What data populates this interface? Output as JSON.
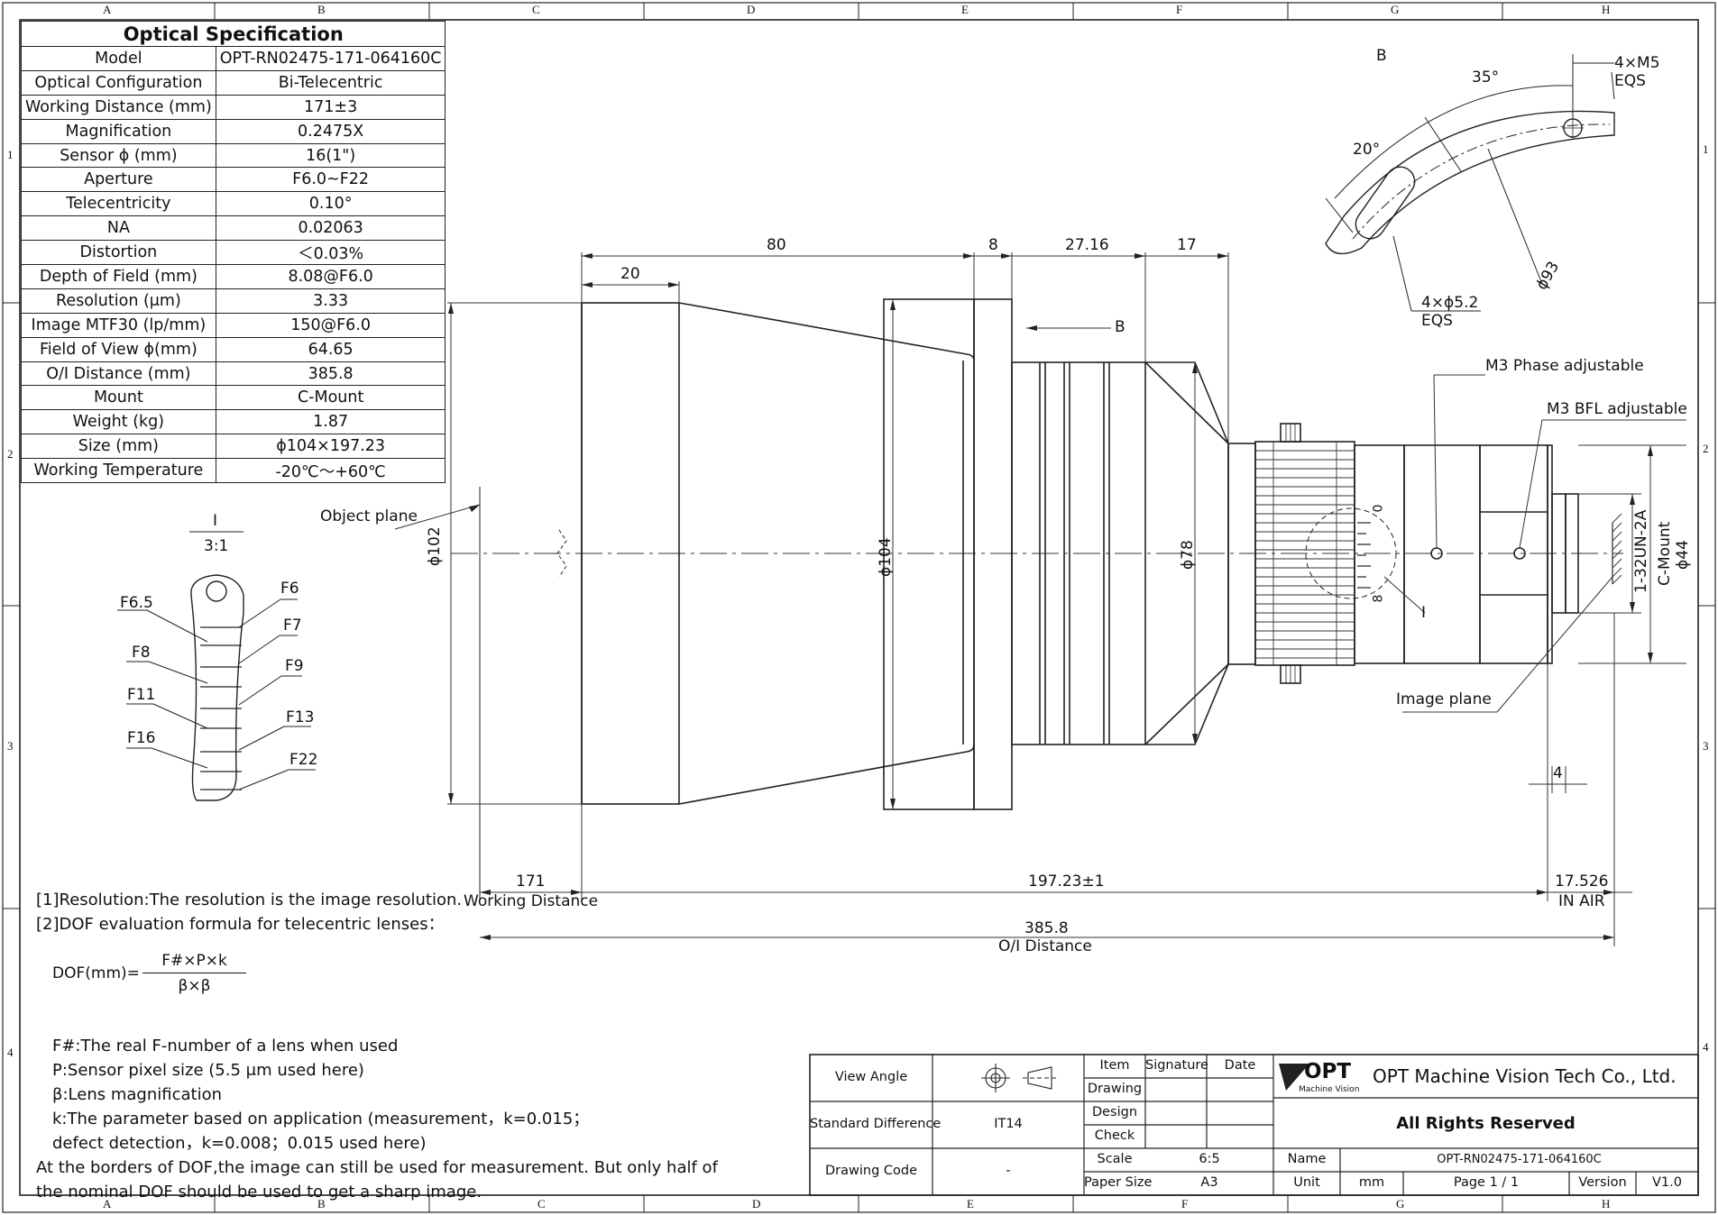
{
  "spec": {
    "title": "Optical Specification",
    "rows": [
      {
        "k": "Model",
        "v": "OPT-RN02475-171-064160C"
      },
      {
        "k": "Optical Configuration",
        "v": "Bi-Telecentric"
      },
      {
        "k": "Working Distance (mm)",
        "v": "171±3"
      },
      {
        "k": "Magnification",
        "v": "0.2475X"
      },
      {
        "k": "Sensor ϕ (mm)",
        "v": "16(1\")"
      },
      {
        "k": "Aperture",
        "v": "F6.0~F22"
      },
      {
        "k": "Telecentricity",
        "v": "0.10°"
      },
      {
        "k": "NA",
        "v": "0.02063"
      },
      {
        "k": "Distortion",
        "v": "＜0.03%"
      },
      {
        "k": "Depth of Field (mm)",
        "v": "8.08@F6.0"
      },
      {
        "k": "Resolution (μm)",
        "v": "3.33"
      },
      {
        "k": "Image MTF30 (lp/mm)",
        "v": "150@F6.0"
      },
      {
        "k": "Field of View ϕ(mm)",
        "v": "64.65"
      },
      {
        "k": "O/I Distance (mm)",
        "v": "385.8"
      },
      {
        "k": "Mount",
        "v": "C-Mount"
      },
      {
        "k": "Weight (kg)",
        "v": "1.87"
      },
      {
        "k": "Size (mm)",
        "v": "ϕ104×197.23"
      },
      {
        "k": "Working Temperature",
        "v": "-20℃～+60℃"
      }
    ]
  },
  "grid": {
    "cols": [
      "A",
      "B",
      "C",
      "D",
      "E",
      "F",
      "G",
      "H"
    ],
    "rows": [
      "1",
      "2",
      "3",
      "4"
    ]
  },
  "notes": {
    "n1": "[1]Resolution:The resolution is  the image resolution.",
    "n2": "[2]DOF evaluation formula for telecentric lenses：",
    "dof_lhs": "DOF(mm)=",
    "dof_num": "F#×P×k",
    "dof_den": "β×β",
    "f": "F#:The real F-number of a lens when used",
    "p": "P:Sensor pixel size (5.5 μm used here)",
    "b": "β:Lens magnification",
    "k1": "k:The parameter based on application (measurement，k=0.015；",
    "k2": "defect detection，k=0.008；0.015 used here)",
    "tail1": "At the borders of DOF,the image can still be used for measurement. But only half of",
    "tail2": "the nominal DOF should be used to get a sharp image."
  },
  "dims": {
    "d80": "80",
    "d20": "20",
    "d8": "8",
    "d2716": "27.16",
    "d17": "17",
    "d102": "ϕ102",
    "d104": "ϕ104",
    "d78": "ϕ78",
    "d44": "ϕ44",
    "thread": "1-32UN-2A",
    "mount": "C-Mount",
    "d171": "171",
    "wd": "Working Distance",
    "d197": "197.23±1",
    "d17526": "17.526",
    "inair": "IN AIR",
    "d3858": "385.8",
    "oi": "O/I Distance",
    "d4": "4",
    "object_plane": "Object plane",
    "image_plane": "Image plane",
    "m3_phase": "M3 Phase adjustable",
    "m3_bfl": "M3 BFL adjustable",
    "view_b": "B",
    "detail_i": "I",
    "ring_0": "0",
    "ring_8": "8"
  },
  "detail_b": {
    "title": "B",
    "a35": "35°",
    "a20": "20°",
    "m5a": "4×M5",
    "m5b": "EQS",
    "h52a": "4×ϕ5.2",
    "h52b": "EQS",
    "d93": "ϕ93"
  },
  "detail_i": {
    "title": "I",
    "scale": "3:1",
    "stops": [
      "F6.5",
      "F6",
      "F7",
      "F8",
      "F9",
      "F11",
      "F13",
      "F16",
      "F22"
    ]
  },
  "title_block": {
    "view_angle": "View Angle",
    "std_diff": "Standard Difference",
    "std_val": "IT14",
    "drawing_code": "Drawing Code",
    "code_val": "-",
    "item": "Item",
    "signature": "Signature",
    "date": "Date",
    "drawing": "Drawing",
    "design": "Design",
    "check": "Check",
    "scale": "Scale",
    "scale_val": "6:5",
    "paper": "Paper Size",
    "paper_val": "A3",
    "logo": "OPT",
    "logo_sub": "Machine Vision",
    "company": "OPT Machine Vision Tech Co., Ltd.",
    "rights": "All Rights Reserved",
    "name": "Name",
    "name_val": "OPT-RN02475-171-064160C",
    "unit": "Unit",
    "unit_val": "mm",
    "page": "Page  1 / 1",
    "version": "Version",
    "version_val": "V1.0"
  }
}
